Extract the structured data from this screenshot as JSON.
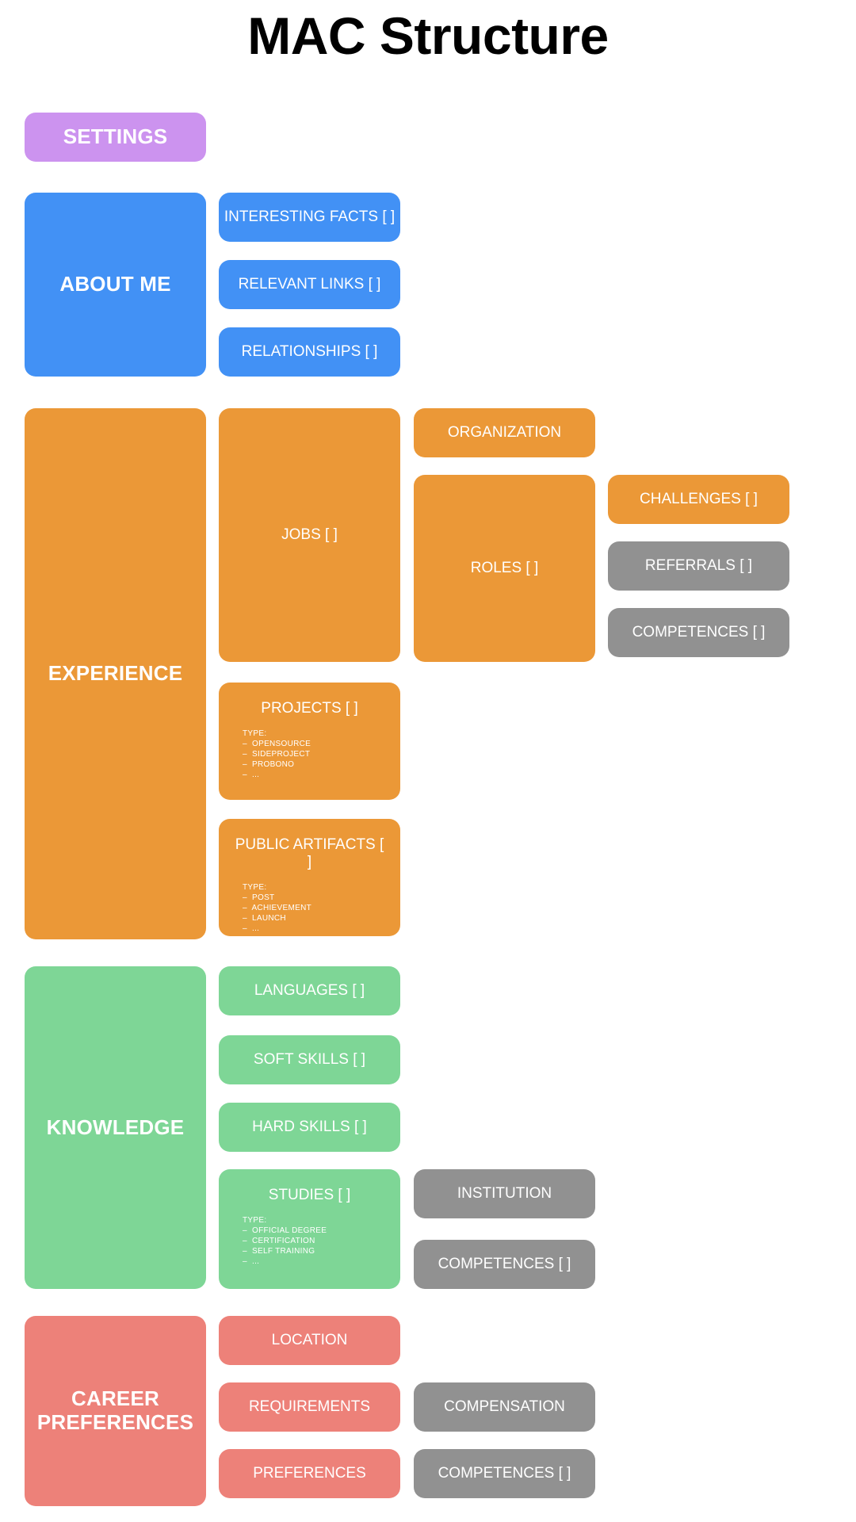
{
  "page": {
    "title": "MAC Structure",
    "background_color": "#ffffff"
  },
  "palette": {
    "settings": "#cc93ef",
    "about_me": "#4291f5",
    "experience": "#eb9837",
    "knowledge": "#7ed696",
    "career_preferences": "#ed8179",
    "secondary_gray": "#919191",
    "title_text": "#000000",
    "card_text": "#ffffff"
  },
  "sections": {
    "settings": {
      "label": "SETTINGS"
    },
    "about_me": {
      "label": "ABOUT ME",
      "children": [
        {
          "label": "INTERESTING FACTS [ ]"
        },
        {
          "label": "RELEVANT LINKS [ ]"
        },
        {
          "label": "RELATIONSHIPS [ ]"
        }
      ]
    },
    "experience": {
      "label": "EXPERIENCE",
      "jobs": {
        "label": "JOBS [ ]"
      },
      "organization": {
        "label": "ORGANIZATION"
      },
      "roles": {
        "label": "ROLES [ ]"
      },
      "challenges": {
        "label": "CHALLENGES [ ]"
      },
      "referrals": {
        "label": "REFERRALS [ ]"
      },
      "competences": {
        "label": "COMPETENCES [ ]"
      },
      "projects": {
        "label": "PROJECTS [ ]",
        "type_heading": "TYPE:",
        "types": [
          "OPENSOURCE",
          "SIDEPROJECT",
          "PROBONO",
          "..."
        ]
      },
      "public_artifacts": {
        "label": "PUBLIC ARTIFACTS [ ]",
        "type_heading": "TYPE:",
        "types": [
          "POST",
          "ACHIEVEMENT",
          "LAUNCH",
          "..."
        ]
      }
    },
    "knowledge": {
      "label": "KNOWLEDGE",
      "languages": {
        "label": "LANGUAGES [ ]"
      },
      "soft_skills": {
        "label": "SOFT SKILLS [ ]"
      },
      "hard_skills": {
        "label": "HARD SKILLS [ ]"
      },
      "studies": {
        "label": "STUDIES [ ]",
        "type_heading": "TYPE:",
        "types": [
          "OFFICIAL DEGREE",
          "CERTIFICATION",
          "SELF TRAINING",
          "..."
        ]
      },
      "institution": {
        "label": "INSTITUTION"
      },
      "competences": {
        "label": "COMPETENCES [ ]"
      }
    },
    "career_preferences": {
      "label": "CAREER PREFERENCES",
      "location": {
        "label": "LOCATION"
      },
      "requirements": {
        "label": "REQUIREMENTS"
      },
      "preferences": {
        "label": "PREFERENCES"
      },
      "compensation": {
        "label": "COMPENSATION"
      },
      "competences": {
        "label": "COMPETENCES [ ]"
      }
    }
  }
}
